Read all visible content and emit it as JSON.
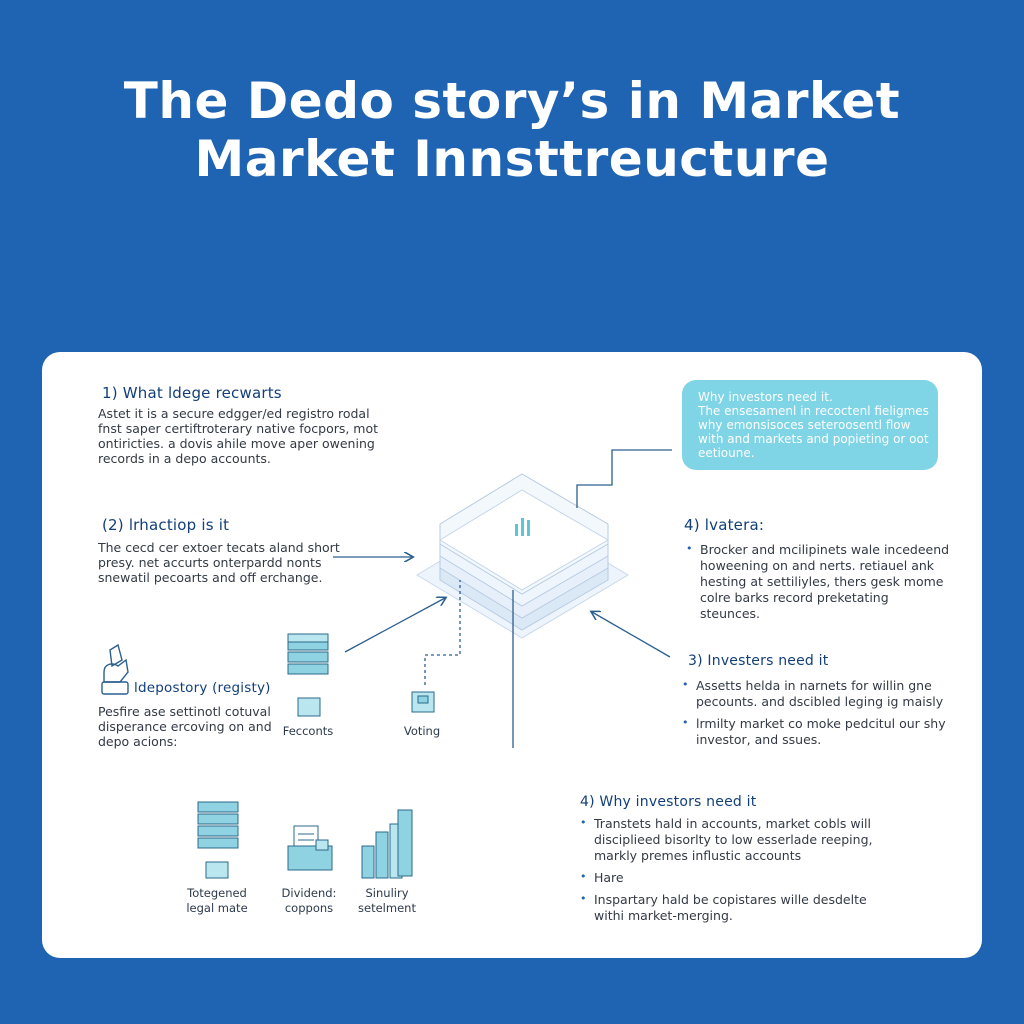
{
  "title": {
    "line1": "The Dedo story’s in Market",
    "line2": "Market Innsttreucture"
  },
  "left": {
    "section1": {
      "heading": "1) What ldege recwarts",
      "lines": [
        "Astet it is a secure edgger/ed registro rodal",
        "fnst saper certiftroterary native focpors, mot",
        "ontiricties. a dovis ahile move aper owening",
        "records in a depo accounts."
      ]
    },
    "section2": {
      "heading": "(2) lrhactiop is it",
      "lines": [
        "The cecd cer extoer tecats aland short",
        "presy. net accurts onterpardd nonts",
        "snewatil pecoarts and off erchange."
      ]
    },
    "section3": {
      "heading": "ldepostory (registy)",
      "lines": [
        "Pesfire ase settinotl cotuval",
        "disperance ercoving on and",
        "depo acions:"
      ]
    }
  },
  "callout": {
    "lines": [
      "Why investors need it.",
      "The ensesamenl in recoctenl fieligmes",
      "why emonsisoces seteroosentl flow",
      "with and markets and popieting or oot",
      "eetioune."
    ]
  },
  "right": {
    "section4a": {
      "heading": "4) lvatera:",
      "items": [
        [
          "Brocker and mcilipinets wale incedeend",
          "howeening on and nerts. retiauel ank",
          "hesting at settiliyles, thers gesk mome",
          "colre barks record preketating",
          "steunces."
        ]
      ]
    },
    "section3": {
      "heading": "3) Investers need it",
      "items": [
        [
          "Assetts helda in narnets for willin gne",
          "pecounts. and dscibled leging ig maisly"
        ],
        [
          "lrmilty market co moke pedcitul our shy",
          "investor, and ssues."
        ]
      ]
    },
    "section4b": {
      "heading": "4) Why investors need it",
      "items": [
        [
          "Transtets hald in accounts, market cobls will",
          "disciplieed bisorlty to low esserlade reeping,",
          "markly premes influstic accounts"
        ],
        [
          "Hare"
        ],
        [
          "Inspartary hald be copistares wille desdelte",
          "withi market-merging."
        ]
      ]
    }
  },
  "icons": {
    "records_label": "Fecconts",
    "voting_label": "Voting",
    "legal_label": [
      "Totegened",
      "legal mate"
    ],
    "dividends_label": [
      "Dividend:",
      "coppons"
    ],
    "settlement_label": [
      "Sinuliry",
      "setelment"
    ]
  },
  "colors": {
    "background": "#1f64b3",
    "heading": "#123f7a",
    "callout": "#7fd4e6",
    "accent": "#5cc6d8"
  }
}
